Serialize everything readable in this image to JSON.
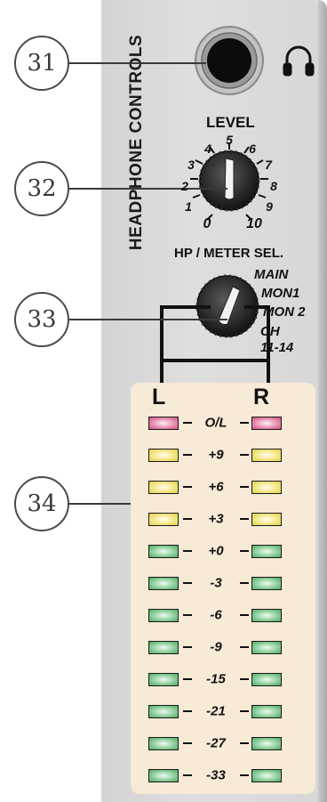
{
  "section_title": "HEADPHONE CONTROLS",
  "callouts": [
    "31",
    "32",
    "33",
    "34"
  ],
  "level_knob": {
    "label": "LEVEL",
    "scale": [
      "0",
      "1",
      "2",
      "3",
      "4",
      "5",
      "6",
      "7",
      "8",
      "9",
      "10"
    ]
  },
  "selector_knob": {
    "label": "HP / METER SEL.",
    "options": [
      "MAIN",
      "MON1",
      "MON 2",
      "CH",
      "11-14"
    ]
  },
  "meter": {
    "left_label": "L",
    "right_label": "R",
    "segments": [
      {
        "label": "O/L",
        "color": "red"
      },
      {
        "label": "+9",
        "color": "yellow"
      },
      {
        "label": "+6",
        "color": "yellow"
      },
      {
        "label": "+3",
        "color": "yellow"
      },
      {
        "label": "+0",
        "color": "green"
      },
      {
        "label": "-3",
        "color": "green"
      },
      {
        "label": "-6",
        "color": "green"
      },
      {
        "label": "-9",
        "color": "green"
      },
      {
        "label": "-15",
        "color": "green"
      },
      {
        "label": "-21",
        "color": "green"
      },
      {
        "label": "-27",
        "color": "green"
      },
      {
        "label": "-33",
        "color": "green"
      }
    ]
  },
  "icons": {
    "jack": "headphone-jack-icon",
    "headphones": "headphones-icon"
  },
  "colors": {
    "panel": "#d8d8d8",
    "meter_background": "#f7ead7",
    "led_red": "#e06b97",
    "led_yellow": "#eedd66",
    "led_green": "#6fbf80"
  }
}
